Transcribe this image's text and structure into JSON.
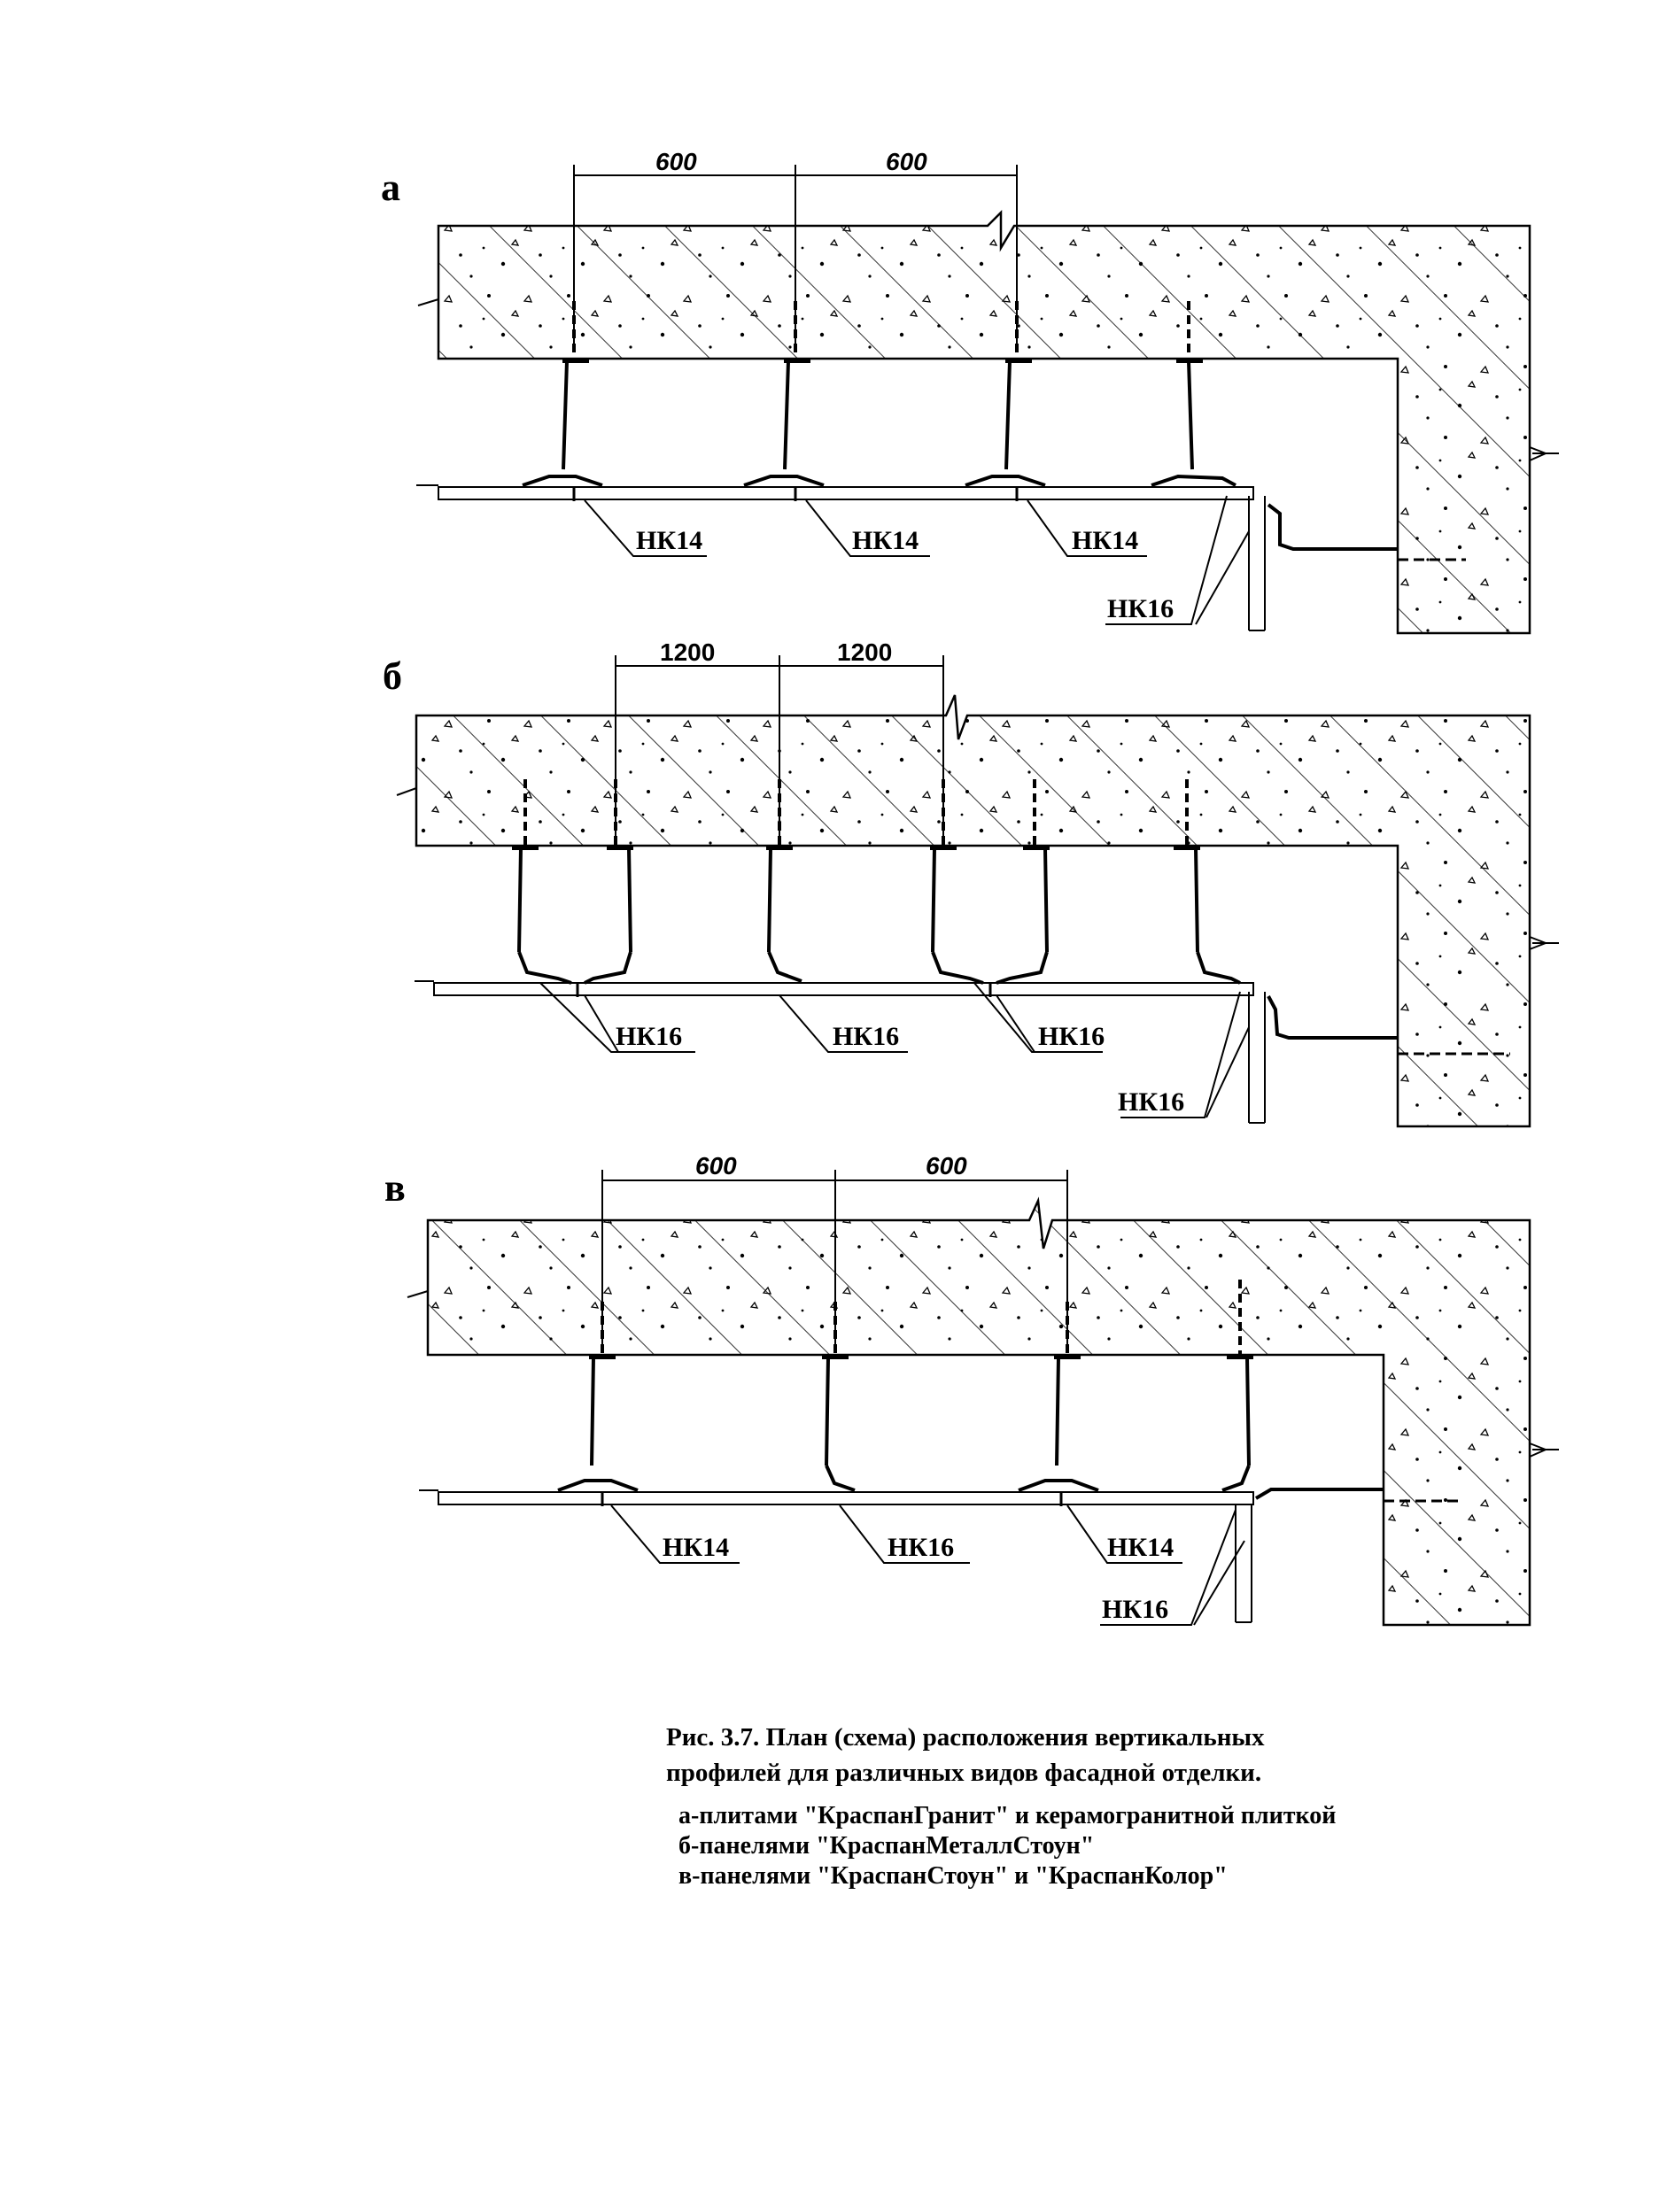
{
  "panels": [
    {
      "letter": "а",
      "dims": [
        "600",
        "600"
      ],
      "callouts": [
        "НК14",
        "НК14",
        "НК14",
        "НК16"
      ]
    },
    {
      "letter": "б",
      "dims": [
        "1200",
        "1200"
      ],
      "callouts": [
        "НК16",
        "НК16",
        "НК16",
        "НК16"
      ]
    },
    {
      "letter": "в",
      "dims": [
        "600",
        "600"
      ],
      "callouts": [
        "НК14",
        "НК16",
        "НК14",
        "НК16"
      ]
    }
  ],
  "caption": {
    "line1": "Рис. 3.7. План (схема) расположения вертикальных",
    "line2": "профилей для различных видов фасадной отделки.",
    "legend": [
      "а-плитами \"КраспанГранит\" и керамогранитной плиткой",
      "б-панелями \"КраспанМеталлСтоун\"",
      "в-панелями \"КраспанСтоун\" и \"КраспанКолор\""
    ]
  },
  "colors": {
    "ink": "#000000",
    "paper": "#ffffff"
  }
}
